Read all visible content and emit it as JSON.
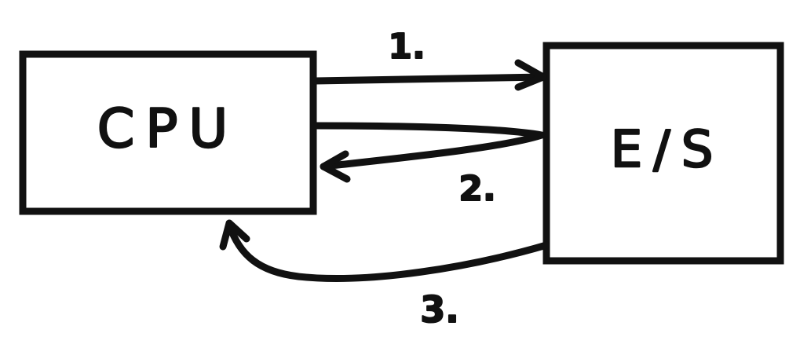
{
  "nodes": {
    "cpu": {
      "label": "CPU"
    },
    "io": {
      "label": "E/S"
    }
  },
  "steps": [
    {
      "label": "1."
    },
    {
      "label": "2."
    },
    {
      "label": "3."
    }
  ],
  "colors": {
    "ink": "#111111",
    "background": "#ffffff"
  }
}
